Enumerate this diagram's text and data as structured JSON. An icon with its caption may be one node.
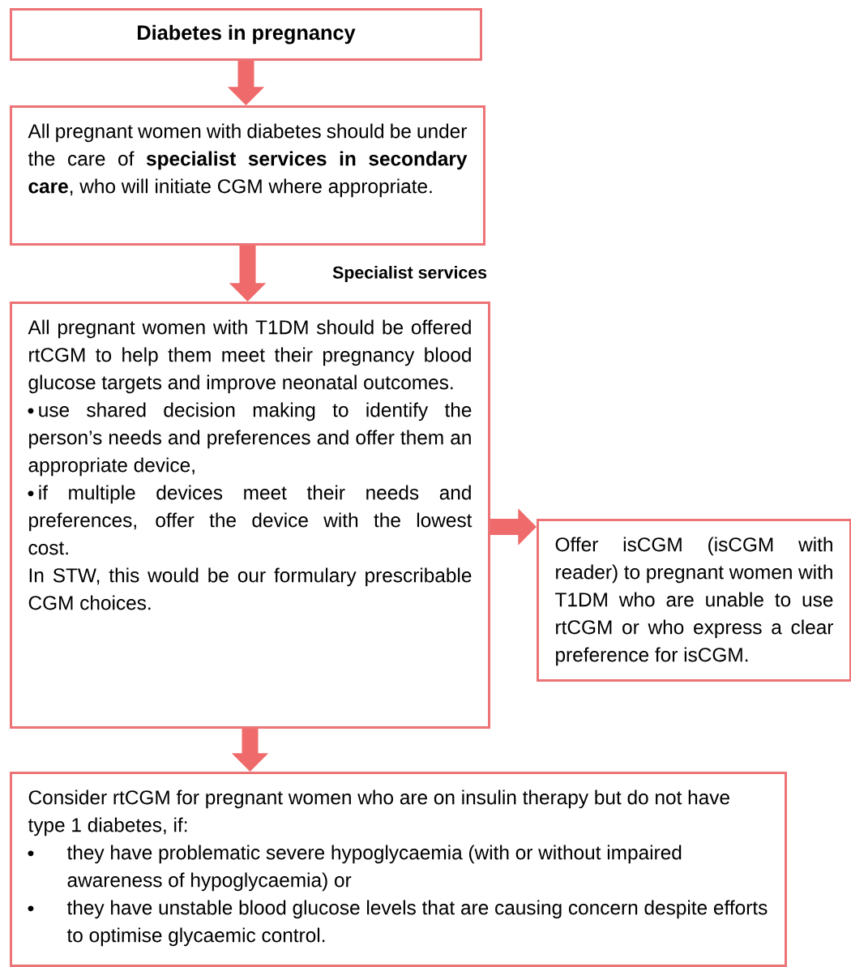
{
  "diagram": {
    "nodes": [
      {
        "text": [
          "Diabetes in pregnancy"
        ]
      },
      {
        "text": [
          "All pregnant women with diabetes should be under the care of **specialist services in secondary care**, who will initiate CGM where appropriate."
        ]
      },
      {
        "text": [
          "All pregnant women with T1DM should be offered rtCGM to help them meet their pregnancy blood glucose targets and improve neonatal outcomes.",
          "use shared decision making to identify the person’s needs and preferences and offer them an appropriate device,",
          "if multiple devices meet their needs and preferences, offer the device with the lowest cost.",
          "In STW, this would be our formulary prescribable CGM choices."
        ]
      },
      {
        "text": [
          "Offer isCGM (isCGM with reader) to pregnant women with T1DM who are unable to use rtCGM or who express a clear preference for isCGM."
        ]
      },
      {
        "text": [
          "Consider rtCGM for pregnant women who are on insulin therapy but do not have type 1 diabetes, if:",
          "they have problematic severe hypoglycaemia (with or without impaired awareness of hypoglycaemia) or",
          "they have unstable blood glucose levels that are causing concern despite efforts to optimise glycaemic control."
        ]
      }
    ],
    "edges": [
      {
        "from": 0,
        "to": 1,
        "arrow": "to"
      },
      {
        "from": 1,
        "to": 2,
        "arrow": "to",
        "label": "Specialist services"
      },
      {
        "from": 2,
        "to": 3,
        "arrow": "to"
      },
      {
        "from": 2,
        "to": 4,
        "arrow": "to"
      }
    ]
  }
}
